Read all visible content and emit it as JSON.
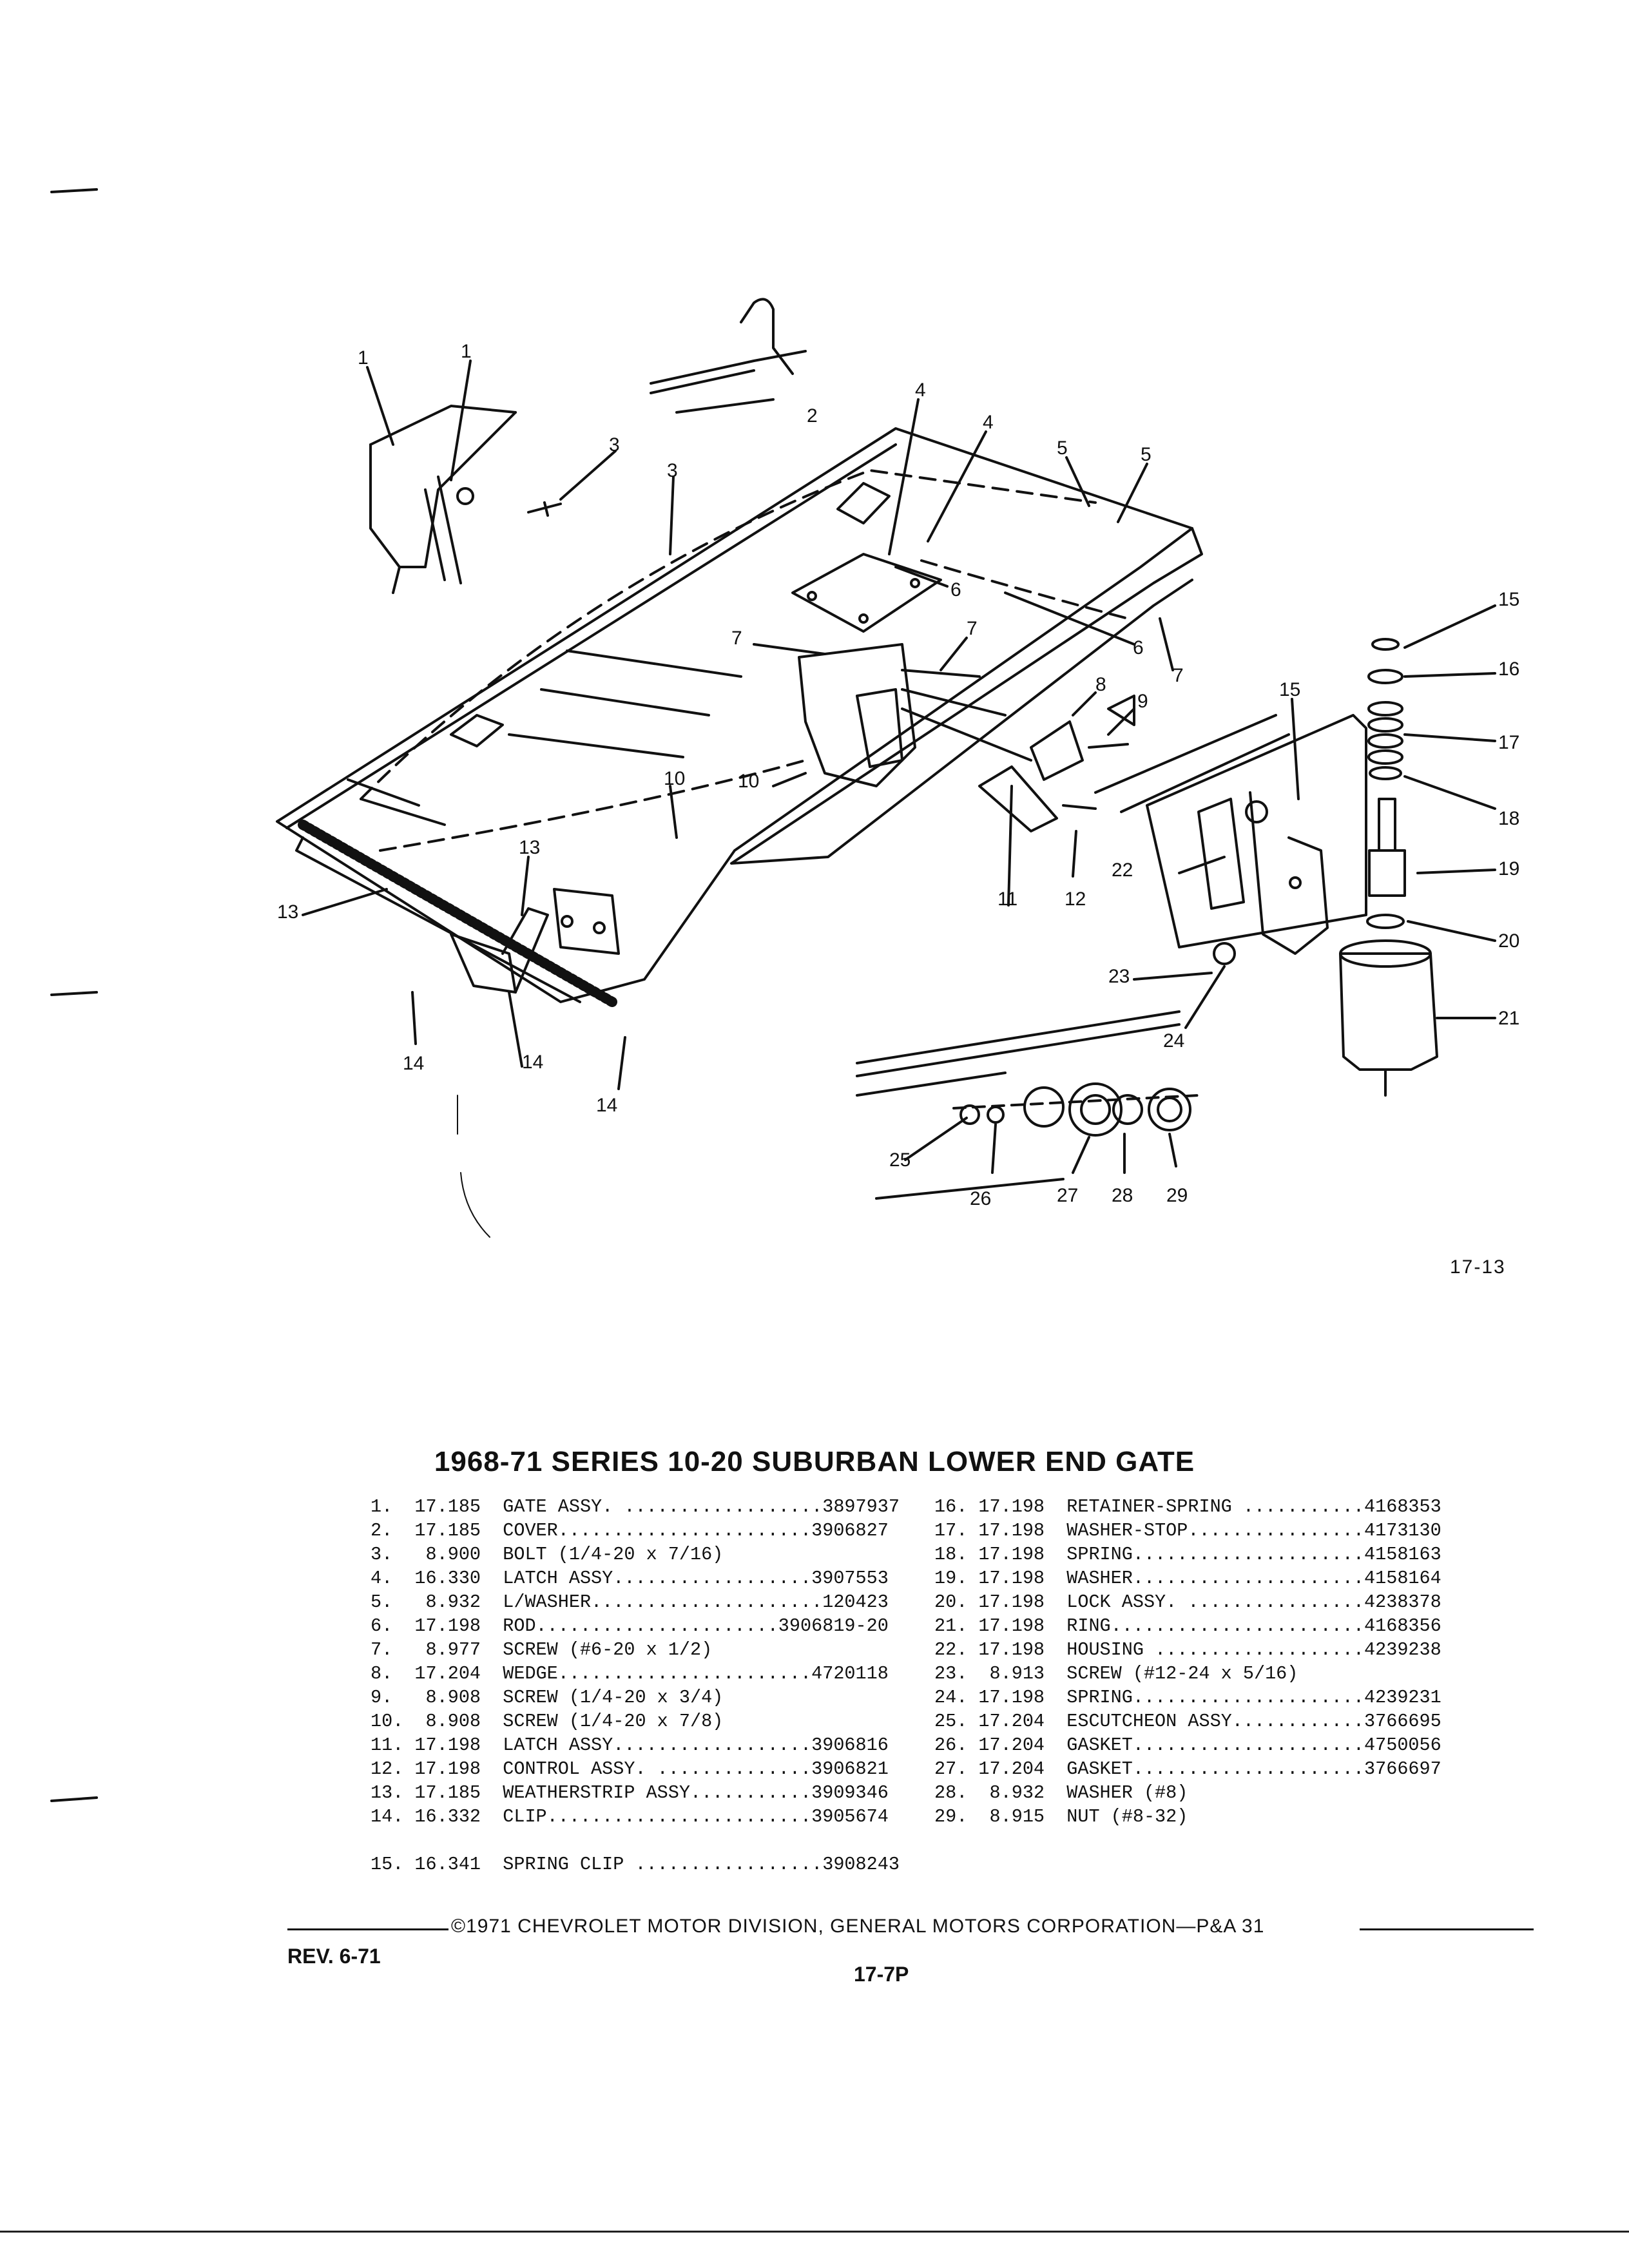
{
  "figure": {
    "id": "17-13",
    "callouts": [
      "1",
      "1",
      "2",
      "3",
      "3",
      "4",
      "4",
      "5",
      "5",
      "6",
      "6",
      "7",
      "7",
      "7",
      "8",
      "9",
      "10",
      "10",
      "11",
      "12",
      "13",
      "13",
      "14",
      "14",
      "14",
      "15",
      "15",
      "16",
      "17",
      "18",
      "19",
      "20",
      "21",
      "22",
      "23",
      "24",
      "25",
      "26",
      "27",
      "28",
      "29"
    ]
  },
  "title": "1968-71 SERIES 10-20 SUBURBAN LOWER END GATE",
  "parts_left": [
    "1.  17.185  GATE ASSY. ..................3897937",
    "2.  17.185  COVER.......................3906827",
    "3.   8.900  BOLT (1/4-20 x 7/16)",
    "4.  16.330  LATCH ASSY..................3907553",
    "5.   8.932  L/WASHER.....................120423",
    "6.  17.198  ROD......................3906819-20",
    "7.   8.977  SCREW (#6-20 x 1/2)",
    "8.  17.204  WEDGE.......................4720118",
    "9.   8.908  SCREW (1/4-20 x 3/4)",
    "10.  8.908  SCREW (1/4-20 x 7/8)",
    "11. 17.198  LATCH ASSY..................3906816",
    "12. 17.198  CONTROL ASSY. ..............3906821",
    "13. 17.185  WEATHERSTRIP ASSY...........3909346",
    "14. 16.332  CLIP........................3905674"
  ],
  "parts_right": [
    "16. 17.198  RETAINER-SPRING ...........4168353",
    "17. 17.198  WASHER-STOP................4173130",
    "18. 17.198  SPRING.....................4158163",
    "19. 17.198  WASHER.....................4158164",
    "20. 17.198  LOCK ASSY. ................4238378",
    "21. 17.198  RING.......................4168356",
    "22. 17.198  HOUSING ...................4239238",
    "23.  8.913  SCREW (#12-24 x 5/16)",
    "24. 17.198  SPRING.....................4239231",
    "25. 17.204  ESCUTCHEON ASSY............3766695",
    "26. 17.204  GASKET.....................4750056",
    "27. 17.204  GASKET.....................3766697",
    "28.  8.932  WASHER (#8)",
    "29.  8.915  NUT (#8-32)"
  ],
  "part_15": "15. 16.341  SPRING CLIP .................3908243",
  "footer": {
    "copyright": "©1971 CHEVROLET MOTOR DIVISION, GENERAL MOTORS CORPORATION—P&A 31",
    "revision": "REV. 6-71",
    "page_code": "17-7P"
  }
}
